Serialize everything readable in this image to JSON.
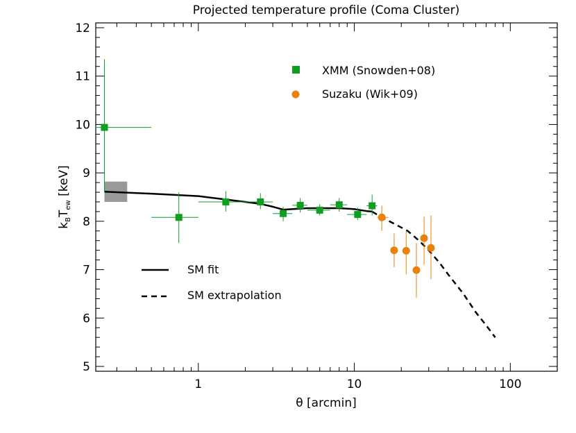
{
  "chart_data": {
    "type": "scatter",
    "title": "Projected temperature profile (Coma Cluster)",
    "xlabel": "θ [arcmin]",
    "ylabel": "k_B T_ew [keV]",
    "ylabel_main": "k",
    "ylabel_sub1": "B",
    "ylabel_mid": "T",
    "ylabel_sub2": "ew",
    "ylabel_tail": " [keV]",
    "x_scale": "log",
    "xlim": [
      0.22,
      200
    ],
    "ylim": [
      4.9,
      12.1
    ],
    "x_ticks": [
      1,
      10,
      100
    ],
    "x_tick_labels": [
      "1",
      "10",
      "100"
    ],
    "y_ticks": [
      5,
      6,
      7,
      8,
      9,
      10,
      11,
      12
    ],
    "y_tick_labels": [
      "5",
      "6",
      "7",
      "8",
      "9",
      "10",
      "11",
      "12"
    ],
    "grid": false,
    "legend_points": [
      {
        "name": "XMM (Snowden+08)",
        "color": "#0f9d22",
        "marker": "square"
      },
      {
        "name": "Suzaku (Wik+09)",
        "color": "#e8820c",
        "marker": "circle"
      }
    ],
    "legend_lines": [
      {
        "name": "SM fit",
        "style": "solid"
      },
      {
        "name": "SM extrapolation",
        "style": "dashed"
      }
    ],
    "series": [
      {
        "name": "XMM (Snowden+08)",
        "color": "#0f9d22",
        "marker": "square",
        "points": [
          {
            "x": 0.25,
            "y": 9.94,
            "xlo": 0.22,
            "xhi": 0.5,
            "ylo": 8.6,
            "yhi": 11.35
          },
          {
            "x": 0.75,
            "y": 8.08,
            "xlo": 0.5,
            "xhi": 1.0,
            "ylo": 7.55,
            "yhi": 8.6
          },
          {
            "x": 1.5,
            "y": 8.4,
            "xlo": 1.0,
            "xhi": 2.0,
            "ylo": 8.2,
            "yhi": 8.62
          },
          {
            "x": 2.5,
            "y": 8.4,
            "xlo": 2.0,
            "xhi": 3.0,
            "ylo": 8.25,
            "yhi": 8.58
          },
          {
            "x": 3.5,
            "y": 8.16,
            "xlo": 3.0,
            "xhi": 4.0,
            "ylo": 8.0,
            "yhi": 8.3
          },
          {
            "x": 4.5,
            "y": 8.33,
            "xlo": 4.0,
            "xhi": 5.0,
            "ylo": 8.18,
            "yhi": 8.48
          },
          {
            "x": 6.0,
            "y": 8.23,
            "xlo": 5.0,
            "xhi": 7.0,
            "ylo": 8.12,
            "yhi": 8.35
          },
          {
            "x": 8.0,
            "y": 8.34,
            "xlo": 7.0,
            "xhi": 9.0,
            "ylo": 8.2,
            "yhi": 8.48
          },
          {
            "x": 10.5,
            "y": 8.14,
            "xlo": 9.0,
            "xhi": 12.0,
            "ylo": 8.03,
            "yhi": 8.28
          },
          {
            "x": 13.0,
            "y": 8.32,
            "xlo": 12.0,
            "xhi": 14.0,
            "ylo": 8.12,
            "yhi": 8.55
          }
        ]
      },
      {
        "name": "Suzaku (Wik+09)",
        "color": "#e8820c",
        "marker": "circle",
        "points": [
          {
            "x": 15.0,
            "y": 8.08,
            "xlo": 14.0,
            "xhi": 16.5,
            "ylo": 7.8,
            "yhi": 8.32
          },
          {
            "x": 18.0,
            "y": 7.4,
            "xlo": 18.0,
            "xhi": 18.0,
            "ylo": 7.05,
            "yhi": 7.75
          },
          {
            "x": 21.5,
            "y": 7.39,
            "xlo": 21.5,
            "xhi": 21.5,
            "ylo": 6.9,
            "yhi": 7.8
          },
          {
            "x": 25.0,
            "y": 6.99,
            "xlo": 25.0,
            "xhi": 25.0,
            "ylo": 6.42,
            "yhi": 7.55
          },
          {
            "x": 28.0,
            "y": 7.65,
            "xlo": 28.0,
            "xhi": 28.0,
            "ylo": 7.1,
            "yhi": 8.1
          },
          {
            "x": 31.0,
            "y": 7.45,
            "xlo": 31.0,
            "xhi": 31.0,
            "ylo": 6.8,
            "yhi": 8.12
          }
        ]
      }
    ],
    "shaded_box": {
      "xlo": 0.25,
      "xhi": 0.35,
      "ylo": 8.4,
      "yhi": 8.82,
      "color": "#999999"
    },
    "fit_line": {
      "name": "SM fit",
      "style": "solid",
      "x": [
        0.25,
        0.5,
        1.0,
        1.5,
        2.0,
        2.5,
        3.0,
        3.5,
        4.0,
        5.0,
        6.0,
        7.0,
        8.0,
        10.0,
        12.0,
        13.0
      ],
      "y": [
        8.61,
        8.57,
        8.52,
        8.45,
        8.4,
        8.36,
        8.3,
        8.24,
        8.25,
        8.27,
        8.27,
        8.27,
        8.27,
        8.25,
        8.21,
        8.2
      ]
    },
    "extrapolation_line": {
      "name": "SM extrapolation",
      "style": "dashed",
      "x": [
        13.0,
        15.0,
        18.0,
        22.0,
        26.0,
        30.0,
        35.0,
        40.0,
        50.0,
        60.0,
        70.0,
        80.0
      ],
      "y": [
        8.2,
        8.08,
        7.95,
        7.8,
        7.6,
        7.4,
        7.15,
        6.9,
        6.5,
        6.12,
        5.85,
        5.6
      ]
    }
  }
}
